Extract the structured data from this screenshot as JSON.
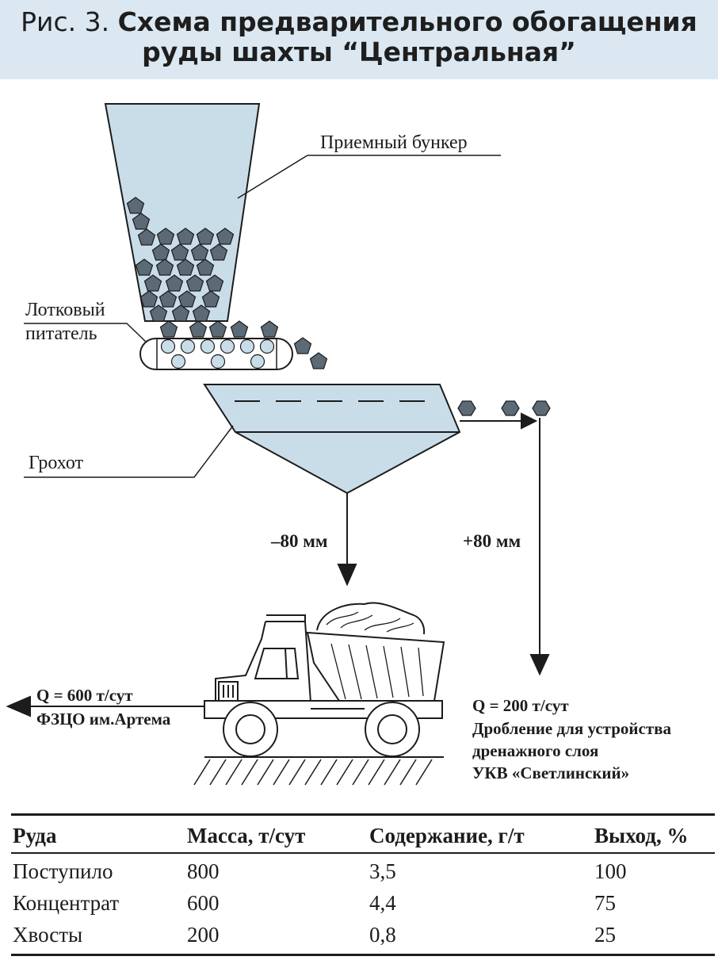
{
  "header": {
    "prefix": "Рис. 3.",
    "title_line1": "Схема предварительного обогащения",
    "title_line2": "руды шахты “Центральная”"
  },
  "diagram": {
    "label_bunker": "Приемный бункер",
    "label_feeder_1": "Лотковый",
    "label_feeder_2": "питатель",
    "label_screen": "Грохот",
    "label_fine": "–80 мм",
    "label_coarse": "+80 мм",
    "left_output_1": "Q = 600 т/сут",
    "left_output_2": "ФЗЦО им.Артема",
    "right_output_1": "Q = 200 т/сут",
    "right_output_2": "Дробление для устройства",
    "right_output_3": "дренажного слоя",
    "right_output_4": "УКВ «Светлинский»"
  },
  "table": {
    "headers": [
      "Руда",
      "Масса, т/сут",
      "Содержание, г/т",
      "Выход, %"
    ],
    "rows": [
      [
        "Поступило",
        "800",
        "3,5",
        "100"
      ],
      [
        "Концентрат",
        "600",
        "4,4",
        "75"
      ],
      [
        "Хвосты",
        "200",
        "0,8",
        "25"
      ]
    ]
  },
  "colors": {
    "header_bg": "#dbe8f2",
    "bunker_fill": "#c9dde9",
    "rock_fill": "#5c6a76",
    "ball_fill": "#c9dde9",
    "line": "#1c1c1c"
  }
}
